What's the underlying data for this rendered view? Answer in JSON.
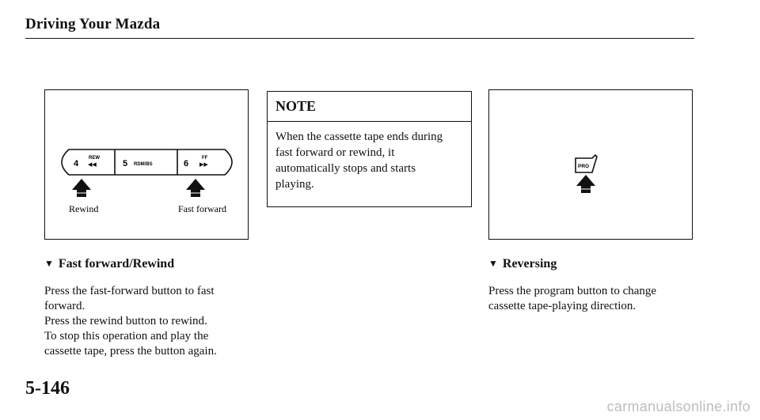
{
  "header": {
    "title": "Driving Your Mazda"
  },
  "figure_left": {
    "buttons": [
      {
        "number": "4",
        "caption": "REW",
        "symbol": "◀◀"
      },
      {
        "number": "5",
        "caption": "RDM/BS",
        "symbol": ""
      },
      {
        "number": "6",
        "caption": "FF",
        "symbol": "▶▶"
      }
    ],
    "label_rewind": "Rewind",
    "label_fast_forward": "Fast forward"
  },
  "note": {
    "title": "NOTE",
    "lines": [
      "When the cassette tape ends during",
      "fast forward or rewind, it",
      "automatically stops and starts",
      "playing."
    ]
  },
  "figure_right": {
    "button_caption": "PRO"
  },
  "section_left": {
    "heading": "Fast forward/Rewind",
    "lines": [
      "Press the fast-forward button to fast",
      "forward.",
      "Press the rewind button to rewind.",
      "To stop this operation and play the",
      "cassette tape, press the button again."
    ]
  },
  "section_right": {
    "heading": "Reversing",
    "lines": [
      "Press the program button to change",
      "cassette tape-playing direction."
    ]
  },
  "page_number": "5-146",
  "watermark": "carmanualsonline.info"
}
